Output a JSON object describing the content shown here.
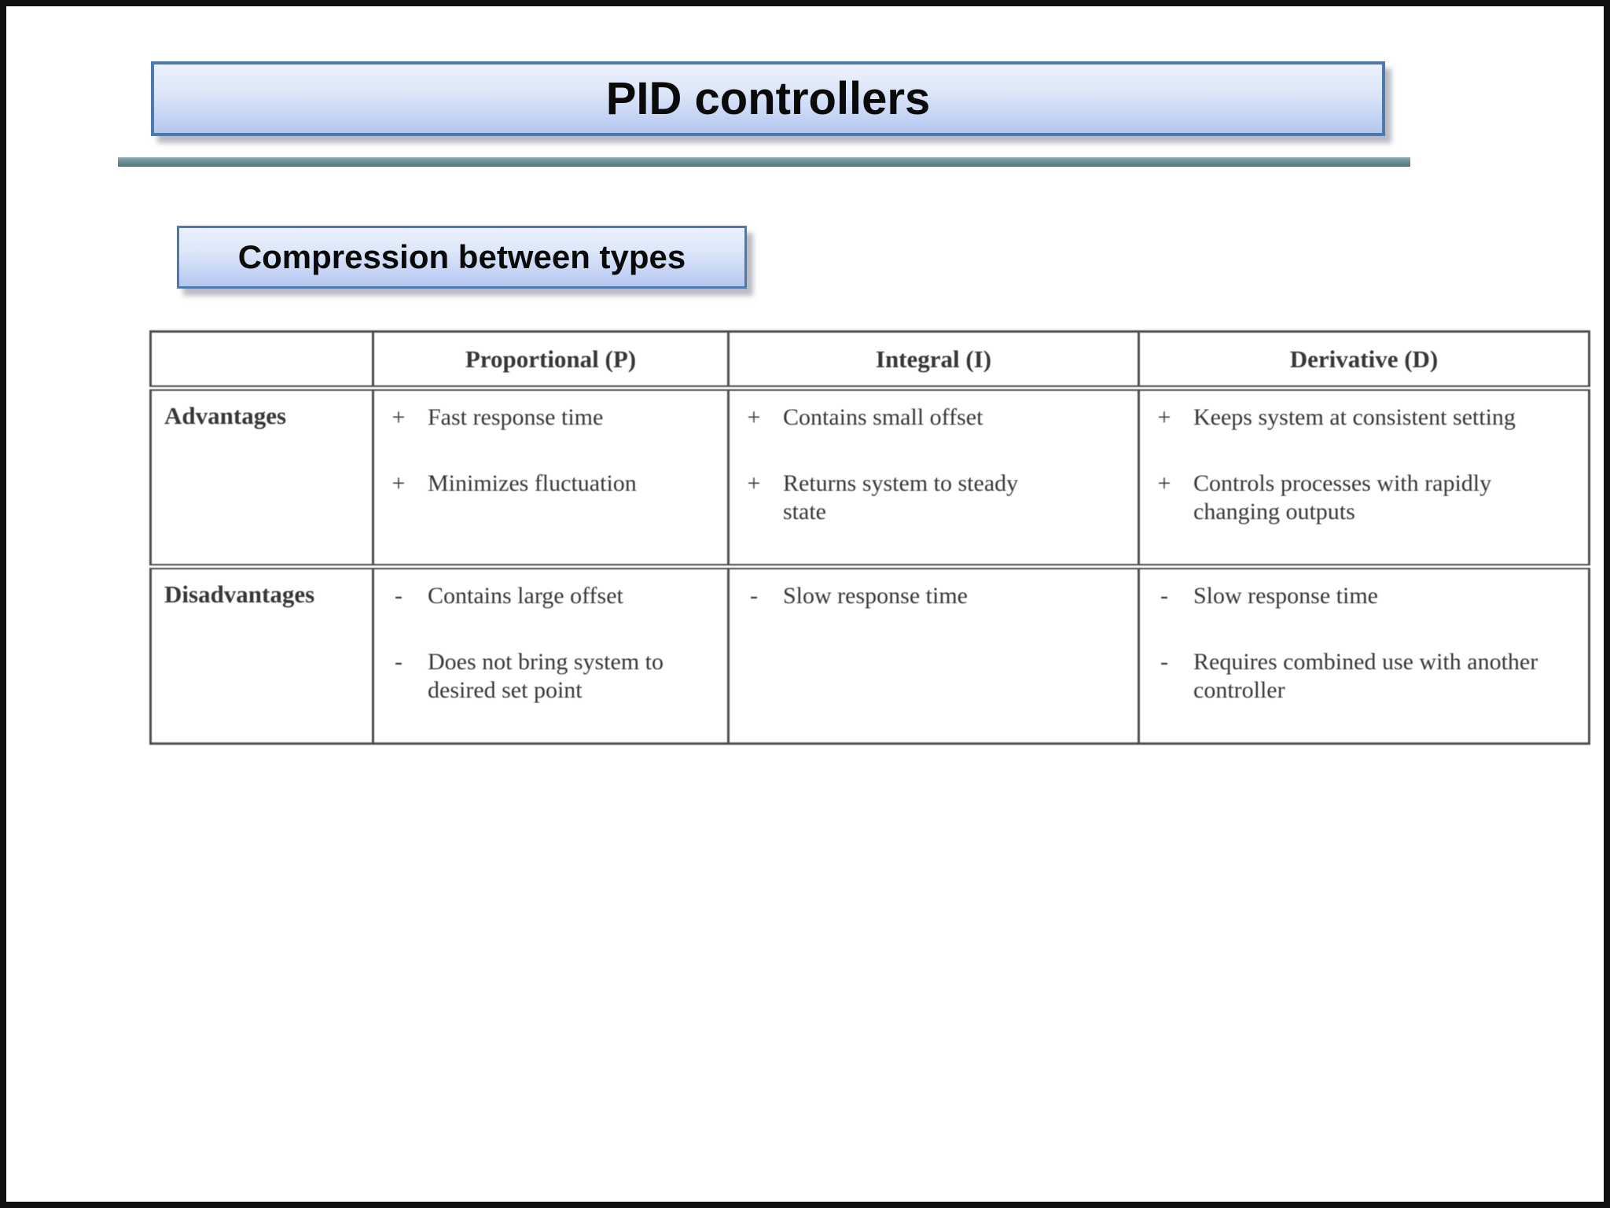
{
  "slide": {
    "title": "PID controllers",
    "subtitle": "Compression between types"
  },
  "colors": {
    "banner_border": "#4e79ad",
    "banner_fill_top": "#ebf1fc",
    "banner_fill_bottom": "#b3c7ef",
    "divider_teal": "#5d858b",
    "frame_black": "#111111",
    "table_border": "#4f4f4f",
    "table_text": "#373737"
  },
  "table": {
    "columns": [
      "",
      "Proportional (P)",
      "Integral (I)",
      "Derivative (D)"
    ],
    "rows": [
      {
        "label": "Advantages",
        "marker": "+",
        "cells": {
          "proportional": [
            "Fast response time",
            "Minimizes fluctuation"
          ],
          "integral": [
            "Contains small offset",
            "Returns system to steady state"
          ],
          "derivative": [
            "Keeps system at consistent setting",
            "Controls processes with rapidly changing outputs"
          ]
        }
      },
      {
        "label": "Disadvantages",
        "marker": "-",
        "cells": {
          "proportional": [
            "Contains large offset",
            "Does not bring system to desired set point"
          ],
          "integral": [
            "Slow response time"
          ],
          "derivative": [
            "Slow response time",
            "Requires combined use with another controller"
          ]
        }
      }
    ]
  }
}
